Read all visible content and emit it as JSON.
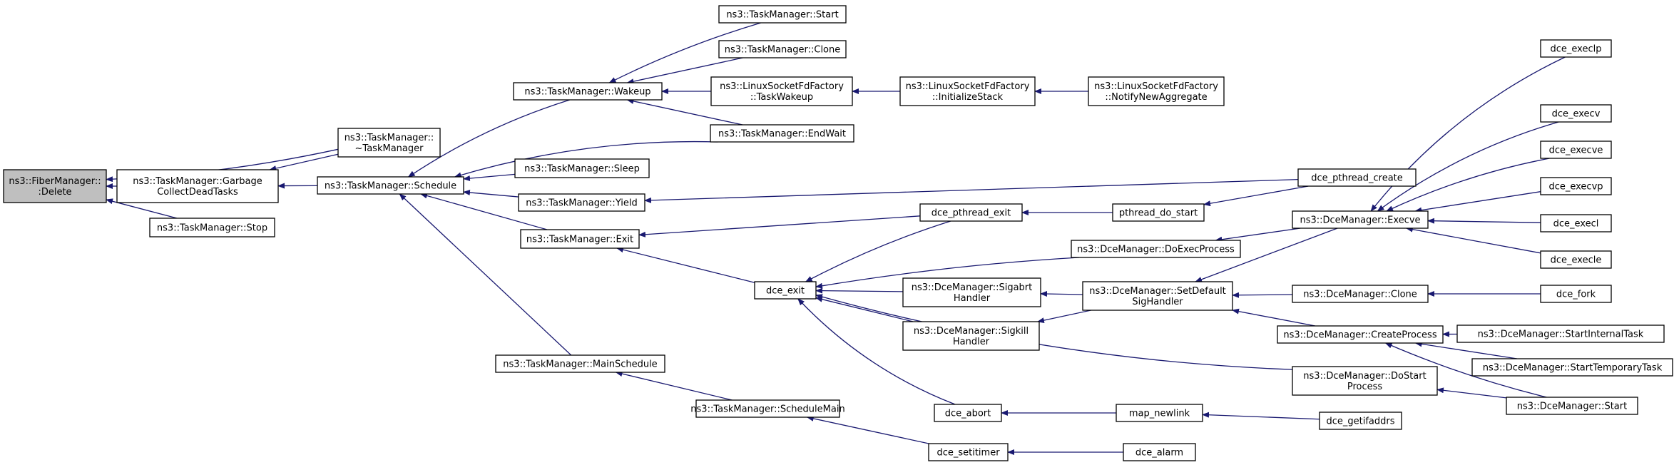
{
  "graph": {
    "edge_color": "#191970",
    "root_fill": "#bfbfbf",
    "node_fill": "#ffffff",
    "nodes": {
      "fiber_delete": [
        "ns3::FiberManager::",
        ":Delete"
      ],
      "gc_dead_tasks": [
        "ns3::TaskManager::Garbage",
        "CollectDeadTasks"
      ],
      "tm_stop": [
        "ns3::TaskManager::Stop"
      ],
      "tm_dtor": [
        "ns3::TaskManager::",
        "~TaskManager"
      ],
      "tm_schedule": [
        "ns3::TaskManager::Schedule"
      ],
      "tm_wakeup": [
        "ns3::TaskManager::Wakeup"
      ],
      "tm_sleep": [
        "ns3::TaskManager::Sleep"
      ],
      "tm_yield": [
        "ns3::TaskManager::Yield"
      ],
      "tm_exit": [
        "ns3::TaskManager::Exit"
      ],
      "tm_mainschedule": [
        "ns3::TaskManager::MainSchedule"
      ],
      "tm_schedulemain": [
        "ns3::TaskManager::ScheduleMain"
      ],
      "tm_start": [
        "ns3::TaskManager::Start"
      ],
      "tm_clone": [
        "ns3::TaskManager::Clone"
      ],
      "lsf_taskwakeup": [
        "ns3::LinuxSocketFdFactory",
        "::TaskWakeup"
      ],
      "tm_endwait": [
        "ns3::TaskManager::EndWait"
      ],
      "lsf_initstack": [
        "ns3::LinuxSocketFdFactory",
        "::InitializeStack"
      ],
      "lsf_notify": [
        "ns3::LinuxSocketFdFactory",
        "::NotifyNewAggregate"
      ],
      "dce_pthread_exit": [
        "dce_pthread_exit"
      ],
      "dce_exit": [
        "dce_exit"
      ],
      "dm_sigabrt": [
        "ns3::DceManager::Sigabrt",
        "Handler"
      ],
      "dm_sigkill": [
        "ns3::DceManager::Sigkill",
        "Handler"
      ],
      "dce_abort": [
        "dce_abort"
      ],
      "dce_setitimer": [
        "dce_setitimer"
      ],
      "pthread_do_start": [
        "pthread_do_start"
      ],
      "dm_doexecprocess": [
        "ns3::DceManager::DoExecProcess"
      ],
      "dm_setdefsig": [
        "ns3::DceManager::SetDefault",
        "SigHandler"
      ],
      "dm_dostartprocess": [
        "ns3::DceManager::DoStart",
        "Process"
      ],
      "map_newlink": [
        "map_newlink"
      ],
      "dce_alarm": [
        "dce_alarm"
      ],
      "dce_pthread_create": [
        "dce_pthread_create"
      ],
      "dm_execve": [
        "ns3::DceManager::Execve"
      ],
      "dm_clone": [
        "ns3::DceManager::Clone"
      ],
      "dm_createprocess": [
        "ns3::DceManager::CreateProcess"
      ],
      "dce_getifaddrs": [
        "dce_getifaddrs"
      ],
      "dce_execlp": [
        "dce_execlp"
      ],
      "dce_execv": [
        "dce_execv"
      ],
      "dce_execve": [
        "dce_execve"
      ],
      "dce_execvp": [
        "dce_execvp"
      ],
      "dce_execl": [
        "dce_execl"
      ],
      "dce_execle": [
        "dce_execle"
      ],
      "dce_fork": [
        "dce_fork"
      ],
      "dm_startinternal": [
        "ns3::DceManager::StartInternalTask"
      ],
      "dm_starttemporary": [
        "ns3::DceManager::StartTemporaryTask"
      ],
      "dm_start": [
        "ns3::DceManager::Start"
      ]
    }
  }
}
